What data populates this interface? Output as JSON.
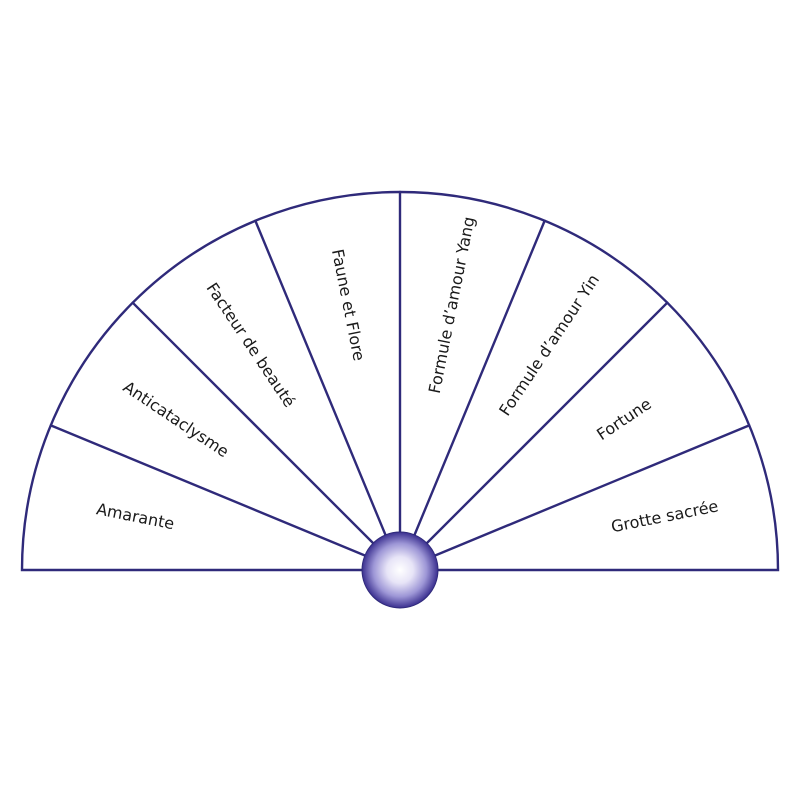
{
  "diagram": {
    "colors": {
      "line": "#2f2a7a",
      "text": "#1a1a1a",
      "background": "#ffffff",
      "hub_light": "#ffffff",
      "hub_mid": "#9d96d6",
      "hub_dark": "#3a2f8f"
    },
    "segments": [
      {
        "label": "Amarante"
      },
      {
        "label": "Anticataclysme"
      },
      {
        "label": "Facteur de beauté"
      },
      {
        "label": "Faune et Flore"
      },
      {
        "label": "Formule d’amour Yang"
      },
      {
        "label": "Formule d’amour Yin"
      },
      {
        "label": "Fortune"
      },
      {
        "label": "Grotte sacrée"
      }
    ],
    "hub_icon": "pendulum-center-sphere-icon"
  }
}
